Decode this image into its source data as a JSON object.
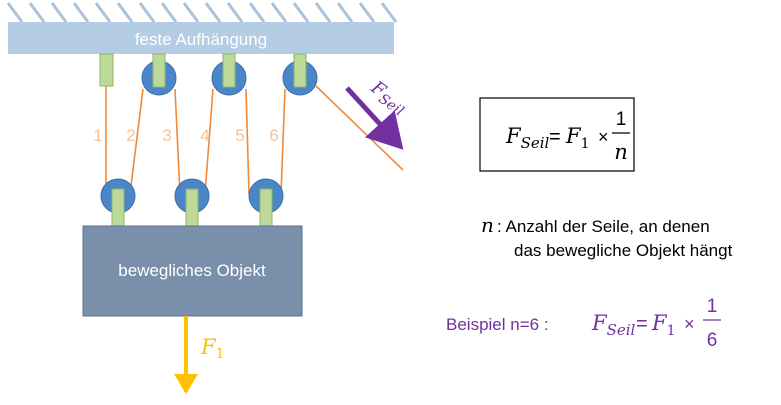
{
  "ceiling": {
    "label": "feste Aufhängung"
  },
  "object": {
    "label": "bewegliches Objekt"
  },
  "rope_numbers": [
    "1",
    "2",
    "3",
    "4",
    "5",
    "6"
  ],
  "force_rope": {
    "symbol": "F",
    "subscript": "Seil"
  },
  "force_object": {
    "symbol": "F",
    "subscript": "1"
  },
  "formula": {
    "lhs_symbol": "F",
    "lhs_subscript": "Seil",
    "equals": "=",
    "rhs_symbol": "F",
    "rhs_subscript": "1",
    "times": "×",
    "numerator": "1",
    "denominator": "n"
  },
  "definition": {
    "variable": "n",
    "line1": ": Anzahl der Seile, an denen",
    "line2": "das bewegliche Objekt hängt"
  },
  "example": {
    "prefix": "Beispiel n=6 :",
    "lhs_symbol": "F",
    "lhs_subscript": "Seil",
    "equals": "=",
    "rhs_symbol": "F",
    "rhs_subscript": "1",
    "times": "×",
    "numerator": "1",
    "denominator": "6"
  },
  "colors": {
    "ceiling": "#b4cce4",
    "hatch": "#a9c3dc",
    "object": "#7a8faa",
    "pulley": "#4a86c8",
    "bracket": "#bcd99a",
    "rope": "#f08a3a",
    "rope_number": "#f4c39a",
    "force_rope": "#7030a0",
    "force_object": "#ffc000",
    "text_dark": "#000000"
  }
}
